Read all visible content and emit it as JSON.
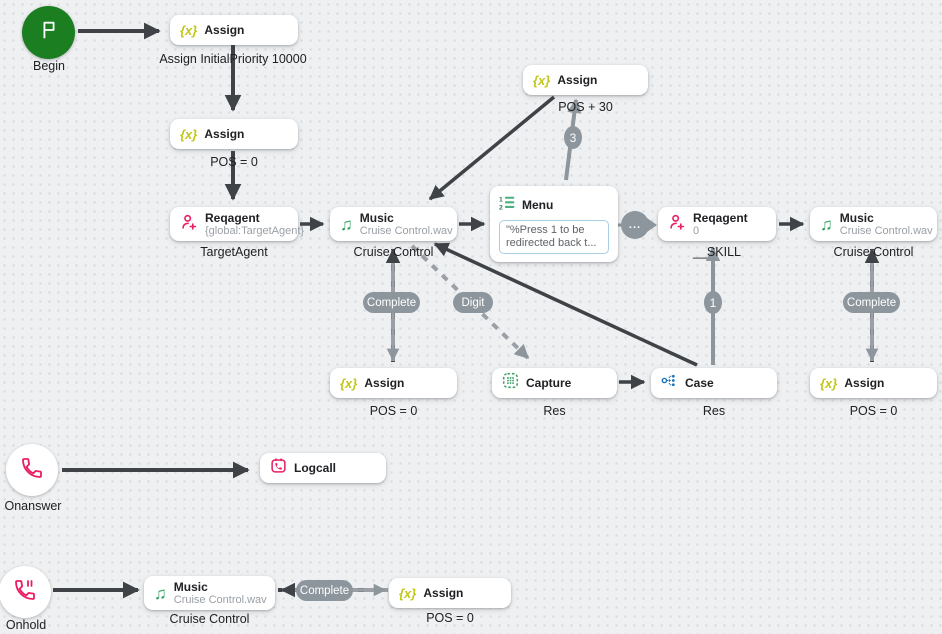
{
  "edges_labels": {
    "three": "3",
    "one": "1",
    "complete_left": "Complete",
    "digit": "Digit",
    "complete_right": "Complete",
    "complete_bottom": "Complete",
    "ellipsis": "..."
  },
  "icons": {
    "assign_glyph": "{x}",
    "music_glyph": "♫"
  },
  "colors": {
    "begin_green": "#1b7e20",
    "pink": "#e91e63",
    "assign_yellow": "#c2c717",
    "capture_green": "#3fa06c",
    "case_blue": "#1670b8",
    "edge_dark": "#3f4246",
    "edge_gray": "#8d969d"
  },
  "nodes": {
    "begin": {
      "label": "Begin"
    },
    "assign1": {
      "title": "Assign",
      "label": "Assign InitialPriority 10000"
    },
    "assign2": {
      "title": "Assign",
      "label": "POS = 0"
    },
    "reqagent1": {
      "title": "Reqagent",
      "subtitle": "{global:TargetAgent}",
      "label": "TargetAgent"
    },
    "music1": {
      "title": "Music",
      "subtitle": "Cruise Control.wav",
      "label": "Cruise Control"
    },
    "menu": {
      "title": "Menu",
      "prompt": "\"%Press 1 to be redirected back t..."
    },
    "assign3": {
      "title": "Assign",
      "label": "POS + 30"
    },
    "reqagent2": {
      "title": "Reqagent",
      "subtitle": "0",
      "label": "__SKILL"
    },
    "music2": {
      "title": "Music",
      "subtitle": "Cruise Control.wav",
      "label": "Cruise Control"
    },
    "assign4": {
      "title": "Assign",
      "label": "POS = 0"
    },
    "capture": {
      "title": "Capture",
      "label": "Res"
    },
    "case": {
      "title": "Case",
      "label": "Res"
    },
    "assign5": {
      "title": "Assign",
      "label": "POS = 0"
    },
    "onanswer": {
      "label": "Onanswer"
    },
    "logcall": {
      "title": "Logcall"
    },
    "onhold": {
      "label": "Onhold"
    },
    "music3": {
      "title": "Music",
      "subtitle": "Cruise Control.wav",
      "label": "Cruise Control"
    },
    "assign6": {
      "title": "Assign",
      "label": "POS = 0"
    }
  }
}
